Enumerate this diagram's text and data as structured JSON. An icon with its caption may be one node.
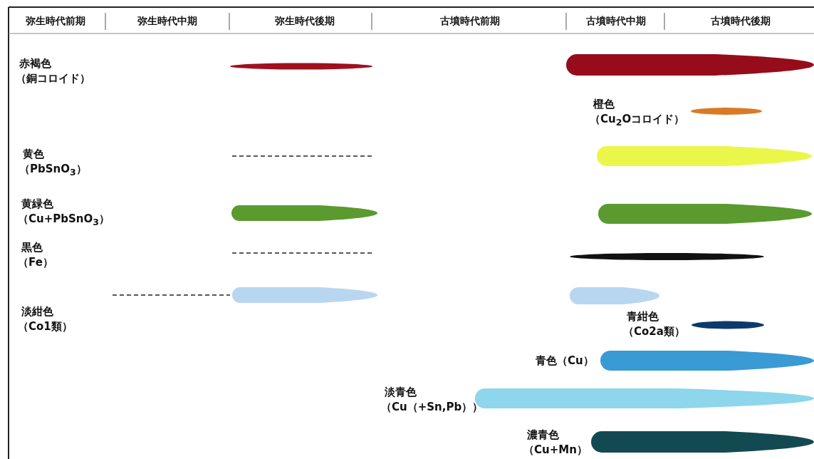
{
  "diagram": {
    "labels": [
      "弥生時代前期",
      "弥生時代中期",
      "弥生時代後期",
      "古墳時代前期",
      "古墳時代中期",
      "古墳時代後期",
      "赤褐色",
      "（銅コロイド）",
      "橙色",
      "（Cu$_{2}$Oコロイド）",
      "黄色",
      "（PbSnO$_{3}$）",
      "黄緑色",
      "（Cu+PbSnO$_{3}$）",
      "黒色",
      "（Fe）",
      "淡紺色",
      "（Co1類）",
      "青紺色",
      "（Co2a類）",
      "青色（Cu）",
      "淡青色",
      "（Cu（+Sn,Pb））",
      "濃青色",
      "（Cu+Mn）"
    ]
  }
}
